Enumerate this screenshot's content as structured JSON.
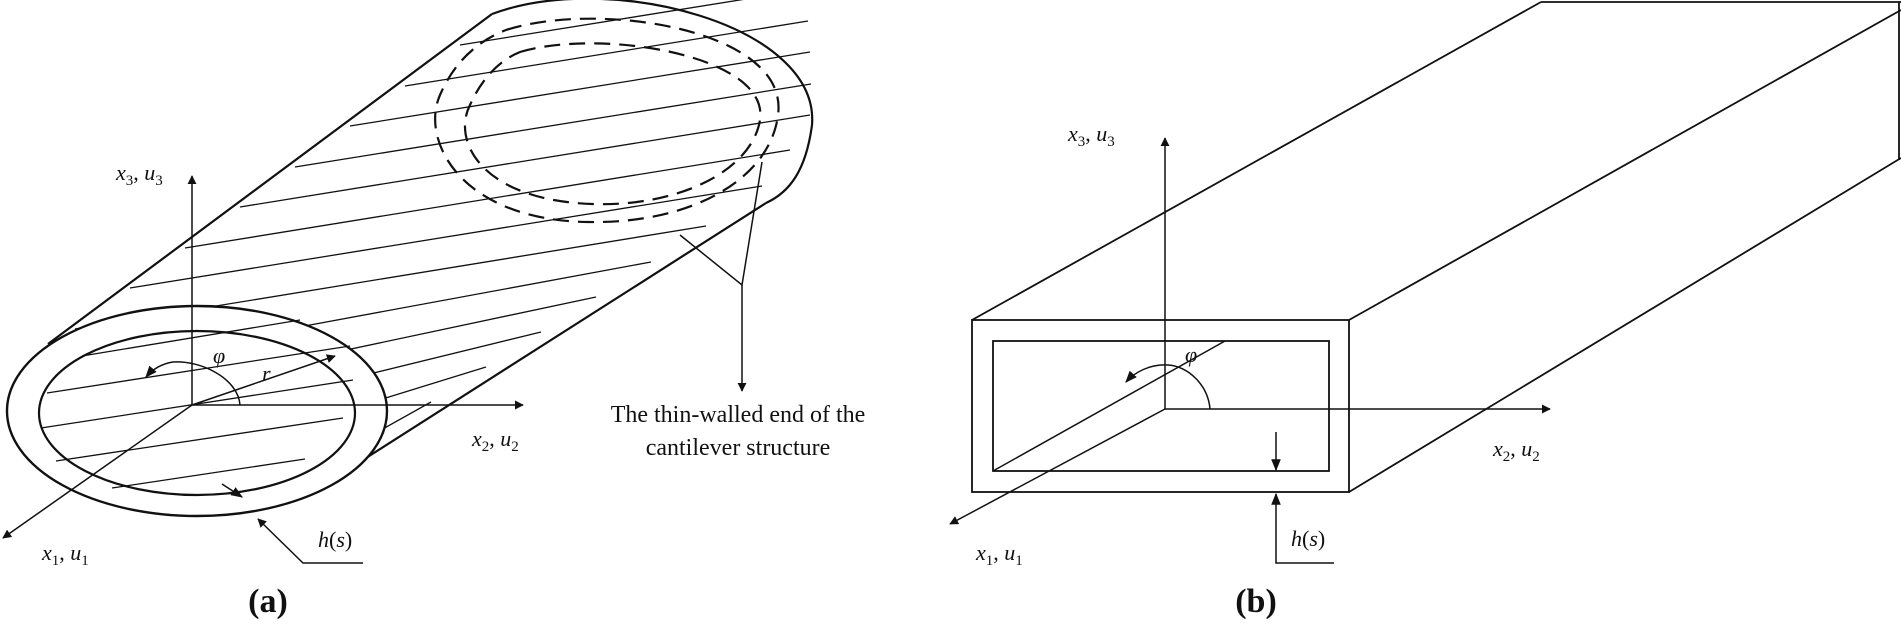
{
  "panel_a": {
    "caption": "(a)",
    "axis_x3": {
      "var": "x",
      "sub": "3",
      "sep": ", ",
      "var2": "u",
      "sub2": "3"
    },
    "axis_x2": {
      "var": "x",
      "sub": "2",
      "sep": ", ",
      "var2": "u",
      "sub2": "2"
    },
    "axis_x1": {
      "var": "x",
      "sub": "1",
      "sep": ", ",
      "var2": "u",
      "sub2": "1"
    },
    "phi": "φ",
    "r": "r",
    "thickness": {
      "h": "h",
      "open": "(",
      "s": "s",
      "close": ")"
    },
    "annotation_line1": "The thin-walled end of the",
    "annotation_line2": "cantilever structure"
  },
  "panel_b": {
    "caption": "(b)",
    "axis_x3": {
      "var": "x",
      "sub": "3",
      "sep": ", ",
      "var2": "u",
      "sub2": "3"
    },
    "axis_x2": {
      "var": "x",
      "sub": "2",
      "sep": ", ",
      "var2": "u",
      "sub2": "2"
    },
    "axis_x1": {
      "var": "x",
      "sub": "1",
      "sep": ", ",
      "var2": "u",
      "sub2": "1"
    },
    "phi": "φ",
    "thickness": {
      "h": "h",
      "open": "(",
      "s": "s",
      "close": ")"
    }
  }
}
